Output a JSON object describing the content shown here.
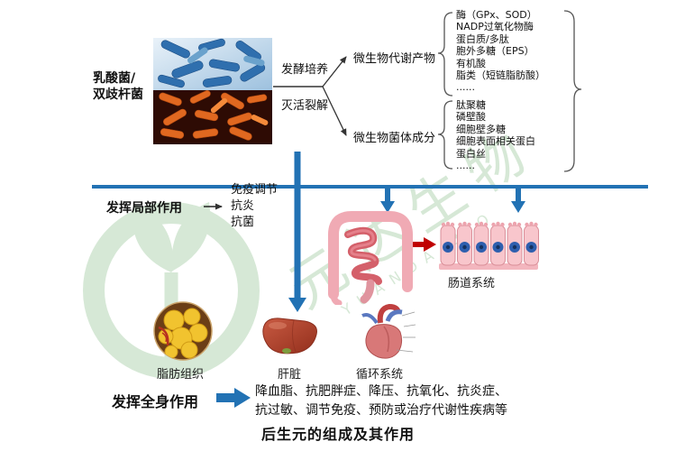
{
  "title": "后生元的组成及其作用",
  "source": {
    "line1": "乳酸菌/",
    "line2": "双歧杆菌"
  },
  "process": {
    "top": "发酵培养",
    "bottom": "灭活裂解"
  },
  "branches": [
    {
      "label": "微生物代谢产物",
      "items": [
        "酶（GPx、SOD）",
        "NADP过氧化物酶",
        "蛋白质/多肽",
        "胞外多糖（EPS）",
        "有机酸",
        "脂类（短链脂肪酸）",
        "......"
      ]
    },
    {
      "label": "微生物菌体成分",
      "items": [
        "肽聚糖",
        "磷壁酸",
        "细胞壁多糖",
        "细胞表面相关蛋白",
        "蛋白丝",
        "......"
      ]
    }
  ],
  "local_action": {
    "label": "发挥局部作用",
    "effects": [
      "免疫调节",
      "抗炎",
      "抗菌"
    ]
  },
  "gut": {
    "label": "肠道系统"
  },
  "organs": [
    {
      "label": "脂肪组织"
    },
    {
      "label": "肝脏"
    },
    {
      "label": "循环系统"
    }
  ],
  "systemic_action": {
    "label": "发挥全身作用",
    "line1": "降血脂、抗肥胖症、降压、抗氧化、抗炎症、",
    "line2": "抗过敏、调节免疫、预防或治疗代谢性疾病等"
  },
  "watermark": {
    "cn": "元达生物",
    "en": "YUANDA BIO"
  },
  "colors": {
    "accent_blue": "#2272b4",
    "arrow_red": "#c00000",
    "watermark_green": "#aed2ae"
  }
}
